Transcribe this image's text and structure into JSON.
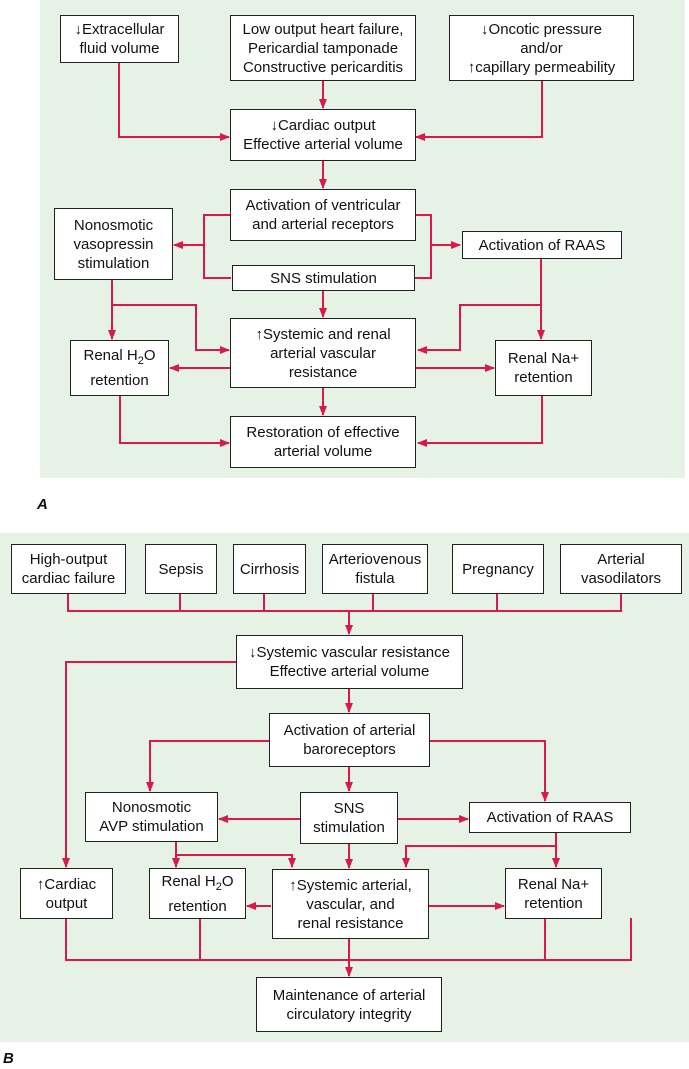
{
  "panels": {
    "a": {
      "label": "A",
      "boxes": {
        "ecf": "↓Extracellular\nfluid volume",
        "low_output": "Low output heart failure,\nPericardial tamponade\nConstructive pericarditis",
        "oncotic": "↓Oncotic pressure\nand/or\n↑capillary permeability",
        "cardiac_output": "↓Cardiac output\nEffective arterial volume",
        "receptors": "Activation of ventricular\nand arterial receptors",
        "vasopressin": "Nonosmotic\nvasopressin\nstimulation",
        "raas": "Activation of RAAS",
        "sns": "SNS stimulation",
        "resistance": "↑Systemic and renal\narterial vascular\nresistance",
        "water_pre": "Renal H",
        "water_sub": "2",
        "water_post": "O\nretention",
        "sodium": "Renal Na+\nretention",
        "restoration": "Restoration of effective\narterial volume"
      }
    },
    "b": {
      "label": "B",
      "boxes": {
        "high_output": "High-output\ncardiac failure",
        "sepsis": "Sepsis",
        "cirrhosis": "Cirrhosis",
        "fistula": "Arteriovenous\nfistula",
        "pregnancy": "Pregnancy",
        "vasodilators": "Arterial\nvasodilators",
        "svr": "↓Systemic vascular resistance\nEffective arterial volume",
        "baroreceptors": "Activation of arterial\nbaroreceptors",
        "avp": "Nonosmotic\nAVP stimulation",
        "sns": "SNS\nstimulation",
        "raas": "Activation of RAAS",
        "cardiac_output": "↑Cardiac\noutput",
        "water_pre": "Renal H",
        "water_sub": "2",
        "water_post": "O\nretention",
        "resistance": "↑Systemic arterial,\nvascular, and\nrenal resistance",
        "sodium": "Renal Na+\nretention",
        "maintenance": "Maintenance of arterial\ncirculatory integrity"
      }
    }
  },
  "colors": {
    "arrow": "#d8194a",
    "panel_bg": "#e5f2e5",
    "box_border": "#222222"
  }
}
